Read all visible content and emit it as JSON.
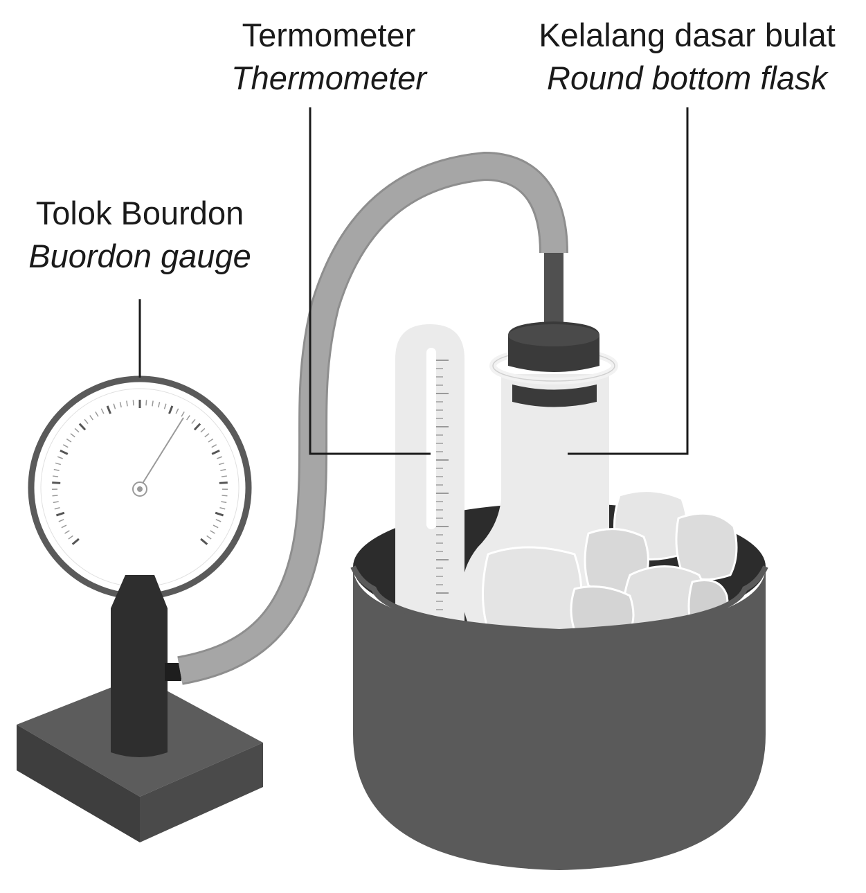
{
  "labels": {
    "gauge": {
      "malay": "Tolok Bourdon",
      "english": "Buordon gauge"
    },
    "thermometer": {
      "malay": "Termometer",
      "english": "Thermometer"
    },
    "flask": {
      "malay": "Kelalang dasar bulat",
      "english": "Round bottom flask"
    }
  },
  "colors": {
    "background": "#ffffff",
    "dark": "#2e2e2e",
    "pot": "#5a5a5a",
    "tube": "#a6a6a6",
    "glass": "#ebebeb",
    "ice": "#e2e2e2",
    "line": "#1a1a1a"
  }
}
